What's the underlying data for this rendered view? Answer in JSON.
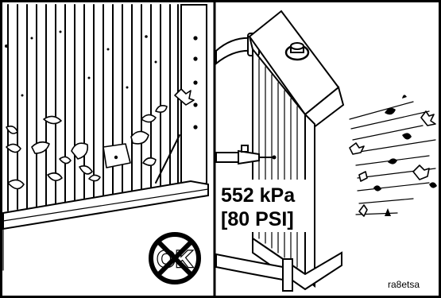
{
  "figure": {
    "pressure_line1": "552 kPa",
    "pressure_line2": "[80 PSI]",
    "ok_symbol_text": "OK",
    "figure_code": "ra8etsa"
  },
  "icons": {
    "left_panel": "radiator-fins-clogged-with-leaves",
    "prohibited": "circle-ok-crossed-out-icon",
    "right_panel": "radiator-air-blow-out",
    "nozzle": "air-nozzle-icon"
  }
}
